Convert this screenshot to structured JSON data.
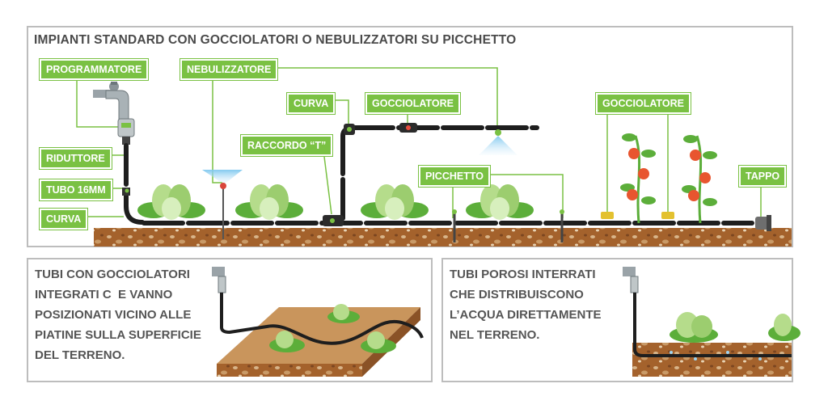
{
  "top_panel": {
    "title": "IMPIANTI STANDARD CON GOCCIOLATORI O NEBULIZZATORI SU PICCHETTO",
    "labels": {
      "programmatore": "PROGRAMMATORE",
      "nebulizzatore": "NEBULIZZATORE",
      "curva_top": "CURVA",
      "gocciolatore_1": "GOCCIOLATORE",
      "gocciolatore_2": "GOCCIOLATORE",
      "riduttore": "RIDUTTORE",
      "raccordo_t": "RACCORDO “T”",
      "tubo_16mm": "TUBO 16MM",
      "picchetto": "PICCHETTO",
      "tappo": "TAPPO",
      "curva_bottom": "CURVA"
    }
  },
  "bottom_left_panel": {
    "lines": [
      "TUBI CON GOCCIOLATORI",
      "INTEGRATI C  E VANNO",
      "POSIZIONATI VICINO ALLE",
      "PIATINE SULLA SUPERFICIE",
      "DEL TERRENO."
    ]
  },
  "bottom_right_panel": {
    "lines": [
      "TUBI POROSI INTERRATI",
      "CHE DISTRIBUISCONO",
      "L’ACQUA DIRETTAMENTE",
      "NEL TERRENO."
    ]
  },
  "colors": {
    "label_green": "#7ac143",
    "soil": "#a0602b",
    "pipe": "#1e1e1e",
    "leaf_light": "#b5dc8b",
    "leaf_dark": "#5cae3a",
    "border": "#bdbdbd",
    "tomato": "#e8552f",
    "spray": "#9fd4f0"
  }
}
